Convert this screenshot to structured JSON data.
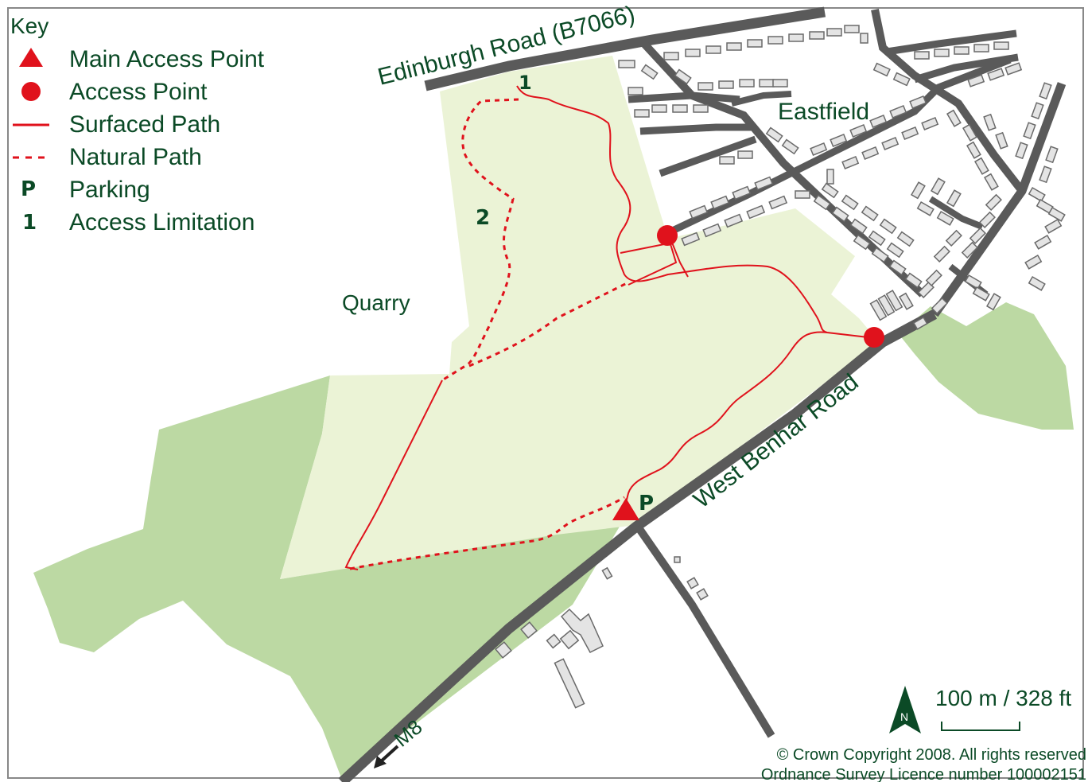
{
  "legend": {
    "title": "Key",
    "items": [
      {
        "symbol": "triangle",
        "label": "Main Access Point"
      },
      {
        "symbol": "circle",
        "label": "Access Point"
      },
      {
        "symbol": "solid-line",
        "label": "Surfaced Path"
      },
      {
        "symbol": "dashed-line",
        "label": "Natural Path"
      },
      {
        "symbol": "P",
        "label": "Parking"
      },
      {
        "symbol": "1",
        "label": "Access Limitation"
      }
    ]
  },
  "labels": {
    "road_north": "Edinburgh Road (B7066)",
    "road_south": "West  Benhar Road",
    "town": "Eastfield",
    "quarry": "Quarry",
    "m8": "M8"
  },
  "markers": {
    "parking": "P",
    "limitation_1": "1",
    "limitation_2": "2"
  },
  "scale": {
    "label": "100 m / 328 ft"
  },
  "north_arrow": {
    "letter": "N"
  },
  "copyright": {
    "line1": "© Crown Copyright 2008. All rights reserved",
    "line2": "Ordnance Survey Licence number 100002151"
  },
  "colors": {
    "woodland": "#bcd9a3",
    "open_ground": "#ebf3d6",
    "road": "#5a5a5a",
    "building_fill": "#e4e4e4",
    "building_stroke": "#6a6a6a",
    "path": "#e0121c",
    "text": "#0b4a26"
  }
}
